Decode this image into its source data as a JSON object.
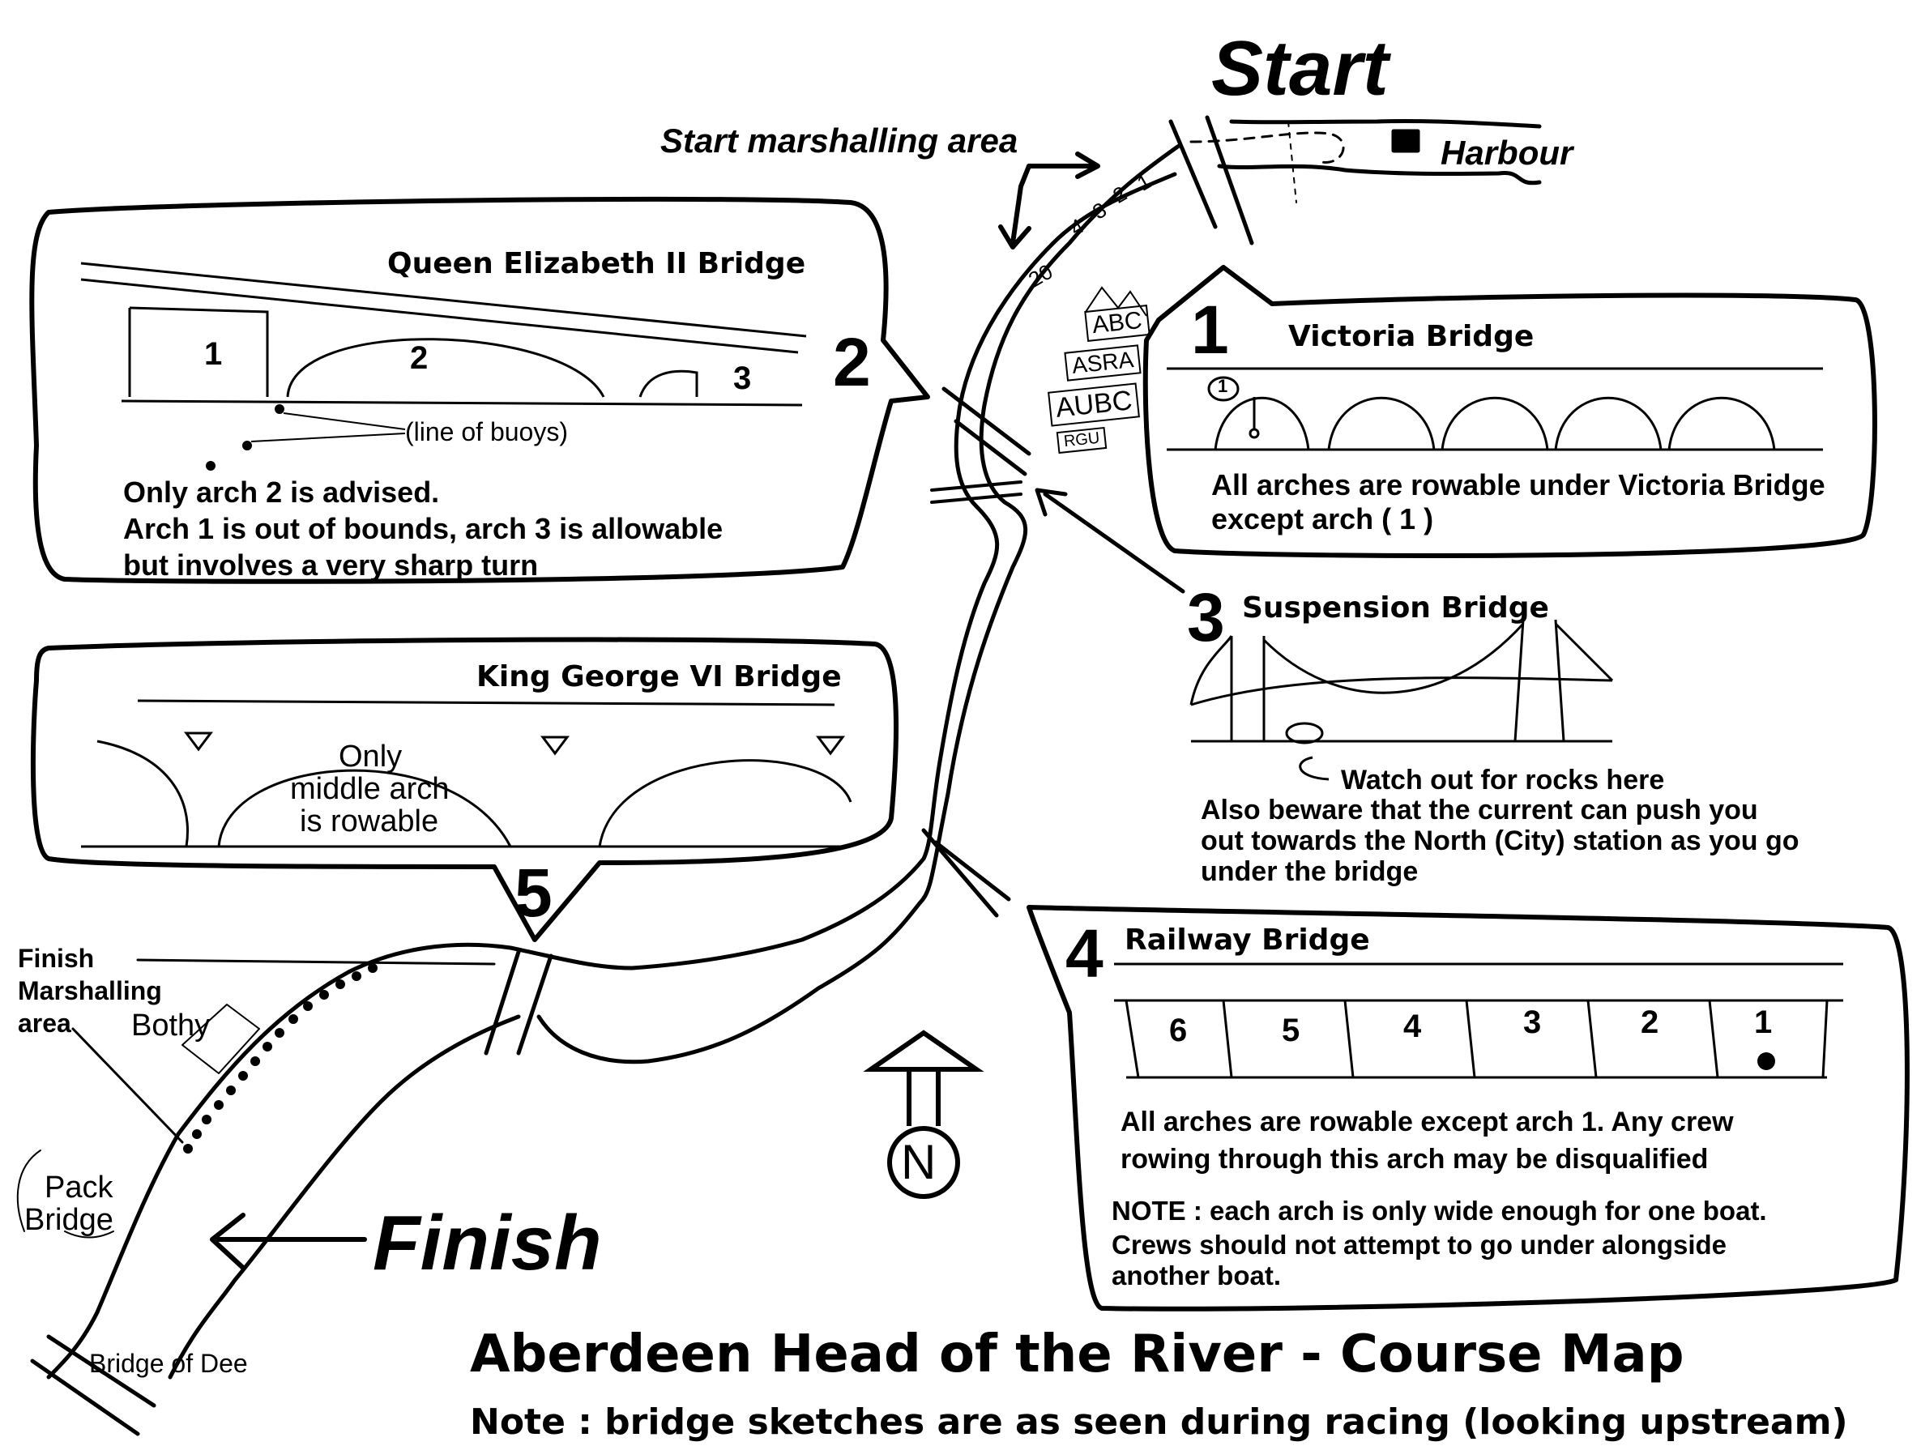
{
  "title": "Aberdeen Head of the River  -  Course Map",
  "subtitle": "Note : bridge sketches are as seen during racing (looking upstream)",
  "start_label": "Start",
  "finish_label": "Finish",
  "harbour_label": "Harbour",
  "start_marshalling_label": "Start marshalling area",
  "finish_marshalling_label": [
    "Finish",
    "Marshalling",
    "area"
  ],
  "bothy_label": "Bothy",
  "pack_bridge_label": [
    "Pack",
    "Bridge"
  ],
  "bridge_of_dee_label": "Bridge of Dee",
  "north_label": "N",
  "marshalling_positions": [
    "1",
    "2",
    "3",
    "4",
    "20"
  ],
  "clubs": [
    "ABC",
    "ASRA",
    "AUBC",
    "RGU"
  ],
  "bridges": {
    "b1": {
      "number": "1",
      "name": "Victoria Bridge",
      "arch_marker": "1",
      "note": [
        "All arches are rowable under Victoria Bridge",
        "except arch  ( 1 )"
      ]
    },
    "b2": {
      "number": "2",
      "name": "Queen Elizabeth II Bridge",
      "arches": [
        "1",
        "2",
        "3"
      ],
      "buoy_label": "(line of buoys)",
      "note": [
        "Only arch 2 is advised.",
        "Arch 1 is out of bounds, arch 3 is allowable",
        "but involves a very sharp turn"
      ]
    },
    "b3": {
      "number": "3",
      "name": "Suspension Bridge",
      "rocks_note": "Watch out for rocks here",
      "note": [
        "Also beware that the current can push you",
        "out towards the North (City) station as you go",
        "under the bridge"
      ]
    },
    "b4": {
      "number": "4",
      "name": "Railway Bridge",
      "arches": [
        "6",
        "5",
        "4",
        "3",
        "2",
        "1"
      ],
      "note": [
        "All arches are rowable except arch 1.  Any crew",
        "rowing through this arch may be disqualified"
      ],
      "note2": [
        "NOTE :  each arch is only wide enough for one boat.",
        "Crews should not attempt to go under alongside",
        "another boat."
      ]
    },
    "b5": {
      "number": "5",
      "name": "King George VI Bridge",
      "middle_note": [
        "Only",
        "middle arch",
        "is rowable"
      ]
    }
  }
}
